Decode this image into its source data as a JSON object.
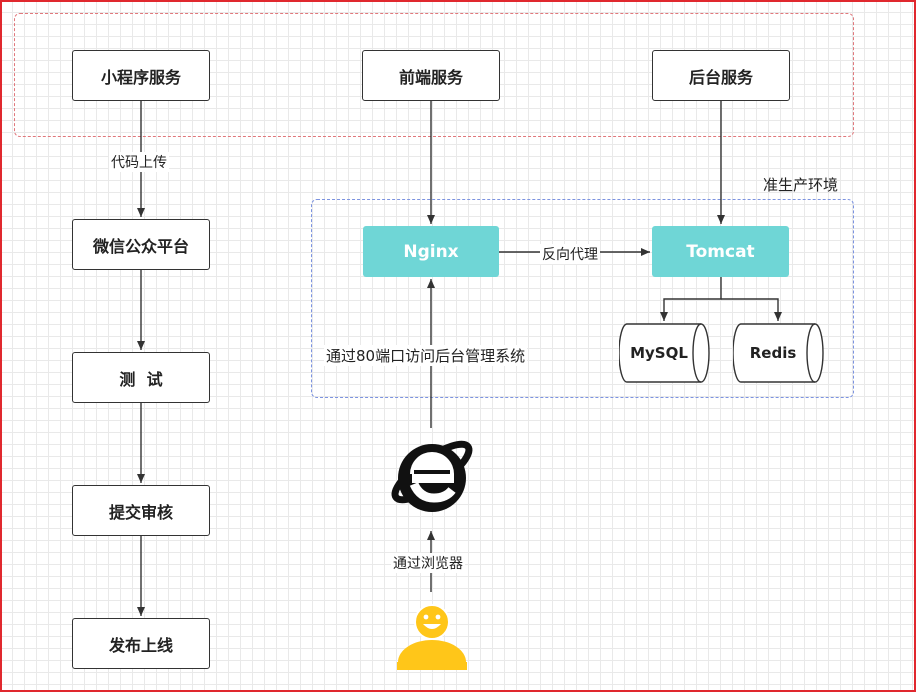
{
  "services": {
    "miniprogram": "小程序服务",
    "frontend": "前端服务",
    "backend": "后台服务"
  },
  "pipeline": {
    "upload_label": "代码上传",
    "wechat": "微信公众平台",
    "test": "测  试",
    "review": "提交审核",
    "release": "发布上线"
  },
  "staging": {
    "title": "准生产环境",
    "nginx": "Nginx",
    "tomcat": "Tomcat",
    "proxy_label": "反向代理",
    "mysql": "MySQL",
    "redis": "Redis",
    "port_label": "通过80端口访问后台管理系统"
  },
  "client": {
    "browser_label": "通过浏览器",
    "browser_icon": "ie-browser-icon",
    "user_icon": "smiling-user-icon"
  },
  "colors": {
    "frame": "#e0282e",
    "services_zone": "#e0787c",
    "staging_zone": "#7c93e0",
    "teal_node": "#6fd6d6",
    "user": "#ffc619"
  }
}
